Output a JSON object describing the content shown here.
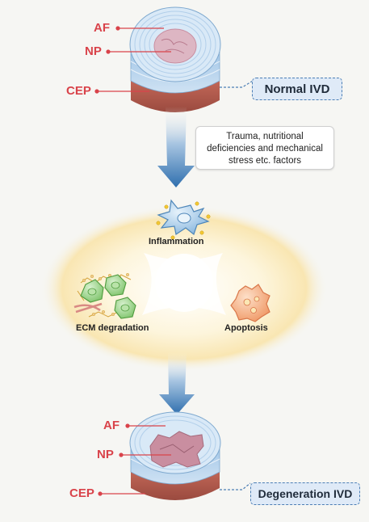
{
  "normal_disc": {
    "af_label": "AF",
    "np_label": "NP",
    "cep_label": "CEP",
    "status_label": "Normal IVD"
  },
  "causes_note": {
    "lines": [
      "Trauma, nutritional",
      "deficiencies and mechanical",
      "stress etc. factors"
    ]
  },
  "cycle": {
    "inflammation_label": "Inflammation",
    "ecm_label": "ECM degradation",
    "apoptosis_label": "Apoptosis"
  },
  "degenerated_disc": {
    "af_label": "AF",
    "np_label": "NP",
    "cep_label": "CEP",
    "status_label": "Degeneration IVD"
  },
  "colors": {
    "label_red": "#d9434a",
    "arrow_blue": "#2f6fae",
    "disc_blue": "#cfe2f3",
    "cep_brown": "#b55a4c",
    "nucleus_pink": "#c98ea0"
  }
}
